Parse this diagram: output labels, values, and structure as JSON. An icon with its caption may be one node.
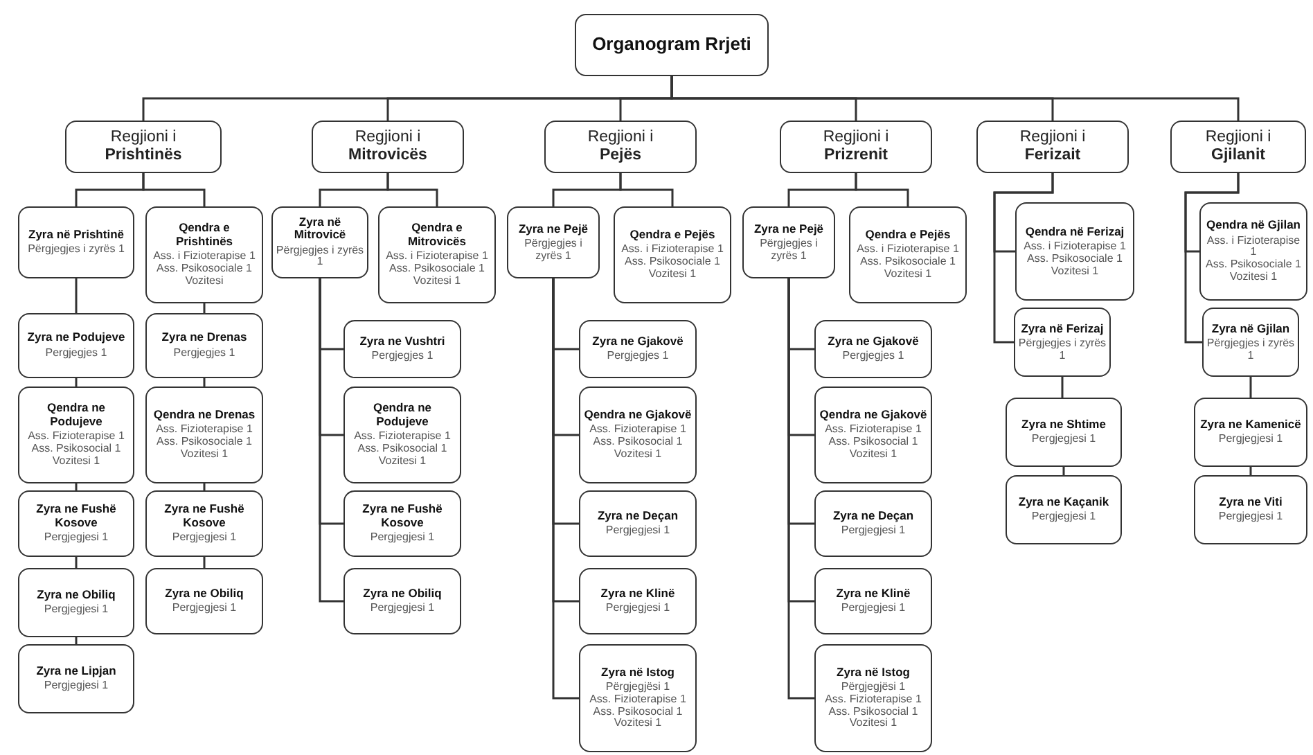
{
  "diagram": {
    "nodes": [
      {
        "text": [
          "Organogram Rrjeti"
        ]
      },
      {
        "text": [
          "Regjioni i",
          "Prishtinës"
        ]
      },
      {
        "text": [
          "Regjioni i",
          "Mitrovicës"
        ]
      },
      {
        "text": [
          "Regjioni i",
          "Pejës"
        ]
      },
      {
        "text": [
          "Regjioni i",
          "Prizrenit"
        ]
      },
      {
        "text": [
          "Regjioni i",
          "Ferizait"
        ]
      },
      {
        "text": [
          "Regjioni i",
          "Gjilanit"
        ]
      },
      {
        "text": [
          "Zyra në Prishtinë",
          "Përgjegjes i zyrës 1"
        ]
      },
      {
        "text": [
          "Qendra e Prishtinës",
          "Ass. i Fizioterapise 1",
          "Ass. Psikosociale 1",
          "Vozitesi"
        ]
      },
      {
        "text": [
          "Zyra ne Podujeve",
          "Pergjegjes 1"
        ]
      },
      {
        "text": [
          "Zyra ne Drenas",
          "Pergjegjes 1"
        ]
      },
      {
        "text": [
          "Qendra ne Podujeve",
          "Ass. Fizioterapise 1",
          "Ass. Psikosocial 1",
          "Vozitesi 1"
        ]
      },
      {
        "text": [
          "Qendra ne Drenas",
          "Ass. Fizioterapise 1",
          "Ass. Psikosociale 1",
          "Vozitesi 1"
        ]
      },
      {
        "text": [
          "Zyra ne Fushë Kosove",
          "Pergjegjesi 1"
        ]
      },
      {
        "text": [
          "Zyra ne Fushë Kosove",
          "Pergjegjesi 1"
        ]
      },
      {
        "text": [
          "Zyra ne Obiliq",
          "Pergjegjesi 1"
        ]
      },
      {
        "text": [
          "Zyra ne Obiliq",
          "Pergjegjesi 1"
        ]
      },
      {
        "text": [
          "Zyra ne Lipjan",
          "Pergjegjesi 1"
        ]
      },
      {
        "text": [
          "Zyra në Mitrovicë",
          "Përgjegjes i zyrës 1"
        ]
      },
      {
        "text": [
          "Qendra e Mitrovicës",
          "Ass. i Fizioterapise 1",
          "Ass. Psikosociale 1",
          "Vozitesi 1"
        ]
      },
      {
        "text": [
          "Zyra ne Vushtri",
          "Pergjegjes 1"
        ]
      },
      {
        "text": [
          "Qendra ne Podujeve",
          "Ass. Fizioterapise 1",
          "Ass. Psikosocial 1",
          "Vozitesi 1"
        ]
      },
      {
        "text": [
          "Zyra ne Fushë Kosove",
          "Pergjegjesi 1"
        ]
      },
      {
        "text": [
          "Zyra ne Obiliq",
          "Pergjegjesi 1"
        ]
      },
      {
        "text": [
          "Zyra ne Pejë",
          "Përgjegjes i zyrës 1"
        ]
      },
      {
        "text": [
          "Qendra e Pejës",
          "Ass. i Fizioterapise 1",
          "Ass. Psikosociale 1",
          "Vozitesi 1"
        ]
      },
      {
        "text": [
          "Zyra ne Gjakovë",
          "Pergjegjes 1"
        ]
      },
      {
        "text": [
          "Qendra ne Gjakovë",
          "Ass. Fizioterapise 1",
          "Ass. Psikosocial 1",
          "Vozitesi 1"
        ]
      },
      {
        "text": [
          "Zyra ne Deçan",
          "Pergjegjesi 1"
        ]
      },
      {
        "text": [
          "Zyra ne Klinë",
          "Pergjegjesi 1"
        ]
      },
      {
        "text": [
          "Zyra në Istog",
          "Përgjegjësi 1",
          "Ass. Fizioterapise 1",
          "Ass. Psikosocial 1",
          "Vozitesi 1"
        ]
      },
      {
        "text": [
          "Zyra ne Pejë",
          "Përgjegjes i zyrës 1"
        ]
      },
      {
        "text": [
          "Qendra e Pejës",
          "Ass. i Fizioterapise 1",
          "Ass. Psikosociale 1",
          "Vozitesi 1"
        ]
      },
      {
        "text": [
          "Zyra ne Gjakovë",
          "Pergjegjes 1"
        ]
      },
      {
        "text": [
          "Qendra ne Gjakovë",
          "Ass. Fizioterapise 1",
          "Ass. Psikosocial 1",
          "Vozitesi 1"
        ]
      },
      {
        "text": [
          "Zyra ne Deçan",
          "Pergjegjesi 1"
        ]
      },
      {
        "text": [
          "Zyra ne Klinë",
          "Pergjegjesi 1"
        ]
      },
      {
        "text": [
          "Zyra në Istog",
          "Përgjegjësi 1",
          "Ass. Fizioterapise 1",
          "Ass. Psikosocial 1",
          "Vozitesi 1"
        ]
      },
      {
        "text": [
          "Qendra në Ferizaj",
          "Ass. i Fizioterapise 1",
          "Ass. Psikosociale 1",
          "Vozitesi 1"
        ]
      },
      {
        "text": [
          "Zyra në Ferizaj",
          "Përgjegjes i zyrës 1"
        ]
      },
      {
        "text": [
          "Zyra ne Shtime",
          "Pergjegjesi 1"
        ]
      },
      {
        "text": [
          "Zyra ne Kaçanik",
          "Pergjegjesi 1"
        ]
      },
      {
        "text": [
          "Qendra në Gjilan",
          "Ass. i Fizioterapise 1",
          "Ass. Psikosociale 1",
          "Vozitesi 1"
        ]
      },
      {
        "text": [
          "Zyra në Gjilan",
          "Përgjegjes i zyrës 1"
        ]
      },
      {
        "text": [
          "Zyra ne Kamenicë",
          "Pergjegjesi 1"
        ]
      },
      {
        "text": [
          "Zyra ne Viti",
          "Pergjegjesi 1"
        ]
      }
    ],
    "edges": [
      {
        "from": 0,
        "to": 1,
        "arrow": "none"
      },
      {
        "from": 0,
        "to": 2,
        "arrow": "none"
      },
      {
        "from": 0,
        "to": 3,
        "arrow": "none"
      },
      {
        "from": 0,
        "to": 4,
        "arrow": "none"
      },
      {
        "from": 0,
        "to": 5,
        "arrow": "none"
      },
      {
        "from": 0,
        "to": 6,
        "arrow": "none"
      },
      {
        "from": 1,
        "to": 7,
        "arrow": "none"
      },
      {
        "from": 1,
        "to": 8,
        "arrow": "none"
      },
      {
        "from": 7,
        "to": 9,
        "arrow": "none"
      },
      {
        "from": 9,
        "to": 11,
        "arrow": "none"
      },
      {
        "from": 11,
        "to": 13,
        "arrow": "none"
      },
      {
        "from": 13,
        "to": 15,
        "arrow": "none"
      },
      {
        "from": 15,
        "to": 17,
        "arrow": "none"
      },
      {
        "from": 8,
        "to": 10,
        "arrow": "none"
      },
      {
        "from": 10,
        "to": 12,
        "arrow": "none"
      },
      {
        "from": 12,
        "to": 14,
        "arrow": "none"
      },
      {
        "from": 14,
        "to": 16,
        "arrow": "none"
      },
      {
        "from": 2,
        "to": 18,
        "arrow": "none"
      },
      {
        "from": 2,
        "to": 19,
        "arrow": "none"
      },
      {
        "from": 18,
        "to": 20,
        "arrow": "none"
      },
      {
        "from": 18,
        "to": 21,
        "arrow": "none"
      },
      {
        "from": 18,
        "to": 22,
        "arrow": "none"
      },
      {
        "from": 18,
        "to": 23,
        "arrow": "none"
      },
      {
        "from": 3,
        "to": 24,
        "arrow": "none"
      },
      {
        "from": 3,
        "to": 25,
        "arrow": "none"
      },
      {
        "from": 24,
        "to": 26,
        "arrow": "none"
      },
      {
        "from": 24,
        "to": 27,
        "arrow": "none"
      },
      {
        "from": 24,
        "to": 28,
        "arrow": "none"
      },
      {
        "from": 24,
        "to": 29,
        "arrow": "none"
      },
      {
        "from": 24,
        "to": 30,
        "arrow": "none"
      },
      {
        "from": 4,
        "to": 31,
        "arrow": "none"
      },
      {
        "from": 4,
        "to": 32,
        "arrow": "none"
      },
      {
        "from": 31,
        "to": 33,
        "arrow": "none"
      },
      {
        "from": 31,
        "to": 34,
        "arrow": "none"
      },
      {
        "from": 31,
        "to": 35,
        "arrow": "none"
      },
      {
        "from": 31,
        "to": 36,
        "arrow": "none"
      },
      {
        "from": 31,
        "to": 37,
        "arrow": "none"
      },
      {
        "from": 5,
        "to": 38,
        "arrow": "none"
      },
      {
        "from": 5,
        "to": 39,
        "arrow": "none"
      },
      {
        "from": 39,
        "to": 40,
        "arrow": "none"
      },
      {
        "from": 40,
        "to": 41,
        "arrow": "none"
      },
      {
        "from": 6,
        "to": 42,
        "arrow": "none"
      },
      {
        "from": 6,
        "to": 43,
        "arrow": "none"
      },
      {
        "from": 43,
        "to": 44,
        "arrow": "none"
      },
      {
        "from": 44,
        "to": 45,
        "arrow": "none"
      }
    ]
  }
}
